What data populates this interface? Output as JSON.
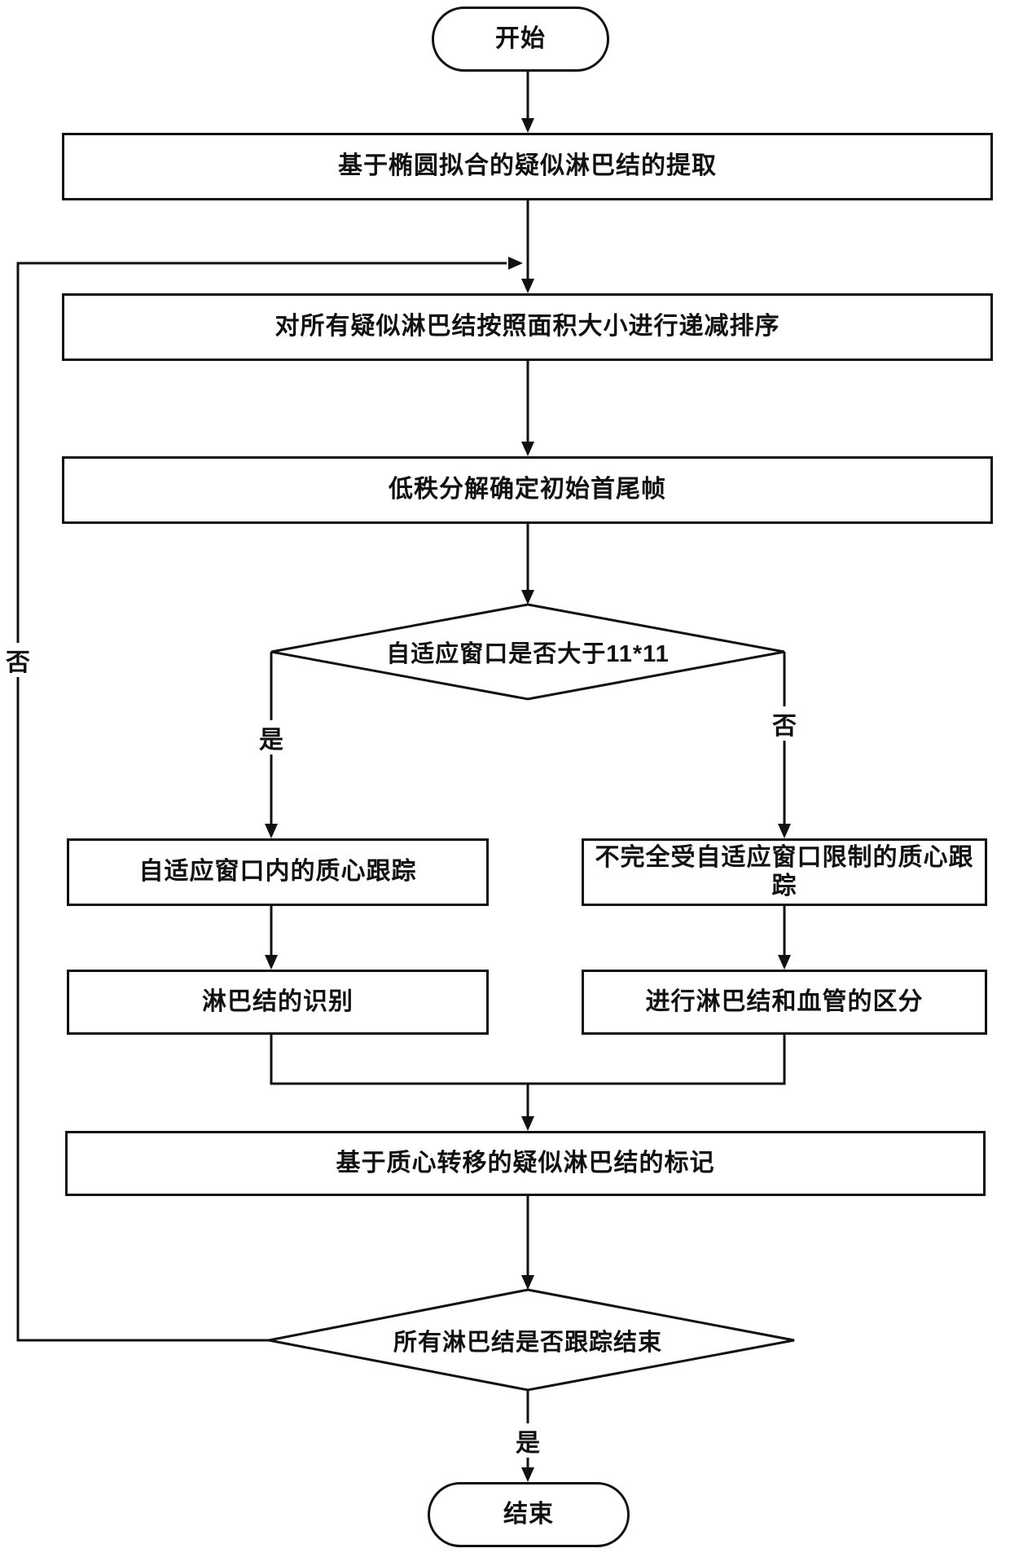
{
  "nodes": {
    "start": {
      "label": "开始"
    },
    "extract": {
      "label": "基于椭圆拟合的疑似淋巴结的提取"
    },
    "sort": {
      "label": "对所有疑似淋巴结按照面积大小进行递减排序"
    },
    "lowrank": {
      "label": "低秩分解确定初始首尾帧"
    },
    "decision_window": {
      "label": "自适应窗口是否大于11*11"
    },
    "track_in_window": {
      "label": "自适应窗口内的质心跟踪"
    },
    "track_unrestricted": {
      "label": "不完全受自适应窗口限制的质心跟踪"
    },
    "identify": {
      "label": "淋巴结的识别"
    },
    "distinguish": {
      "label": "进行淋巴结和血管的区分"
    },
    "mark": {
      "label": "基于质心转移的疑似淋巴结的标记"
    },
    "decision_done": {
      "label": "所有淋巴结是否跟踪结束"
    },
    "end": {
      "label": "结束"
    }
  },
  "edge_labels": {
    "window_yes": "是",
    "window_no": "否",
    "loop_no": "否",
    "done_yes": "是"
  },
  "colors": {
    "line": "#111111",
    "background": "#ffffff",
    "text": "#111111"
  }
}
